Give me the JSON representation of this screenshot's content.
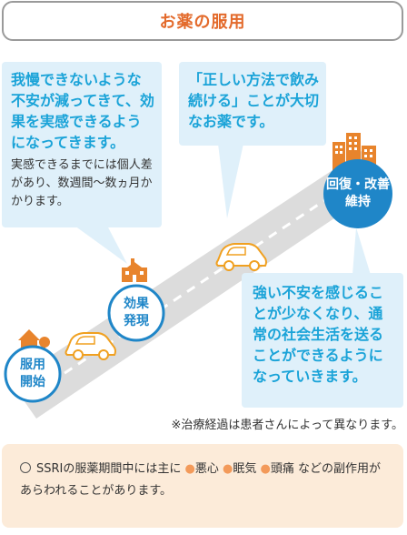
{
  "title": "お薬の服用",
  "bubble_left": {
    "main": "我慢できないような不安が減ってきて、効果を実感できるようになってきます。",
    "sub": "実感できるまでには個人差があり、数週間〜数ヵ月かかります。"
  },
  "bubble_middle": {
    "main": "「正しい方法で飲み続ける」ことが大切なお薬です。"
  },
  "bubble_right": {
    "main": "強い不安を感じることが少なくなり、通常の社会生活を送ることができるようになっていきます。"
  },
  "stages": {
    "start": "服用\n開始",
    "effect": "効果\n発現",
    "recovery": "回復・改善\n維持"
  },
  "note": "※治療経過は患者さんによって異なります。",
  "info": {
    "prefix": "SSRIの服薬期間中には主に",
    "effects": [
      "悪心",
      "眠気",
      "頭痛"
    ],
    "suffix": "などの副作用があらわれることがあります。"
  },
  "colors": {
    "accent": "#e36a2b",
    "bubble_bg": "#dff0fa",
    "bubble_text": "#1aa3d8",
    "stage_circle": "#1f86c8",
    "road": "#dcdcdc",
    "info_bg": "#fcebd9"
  }
}
